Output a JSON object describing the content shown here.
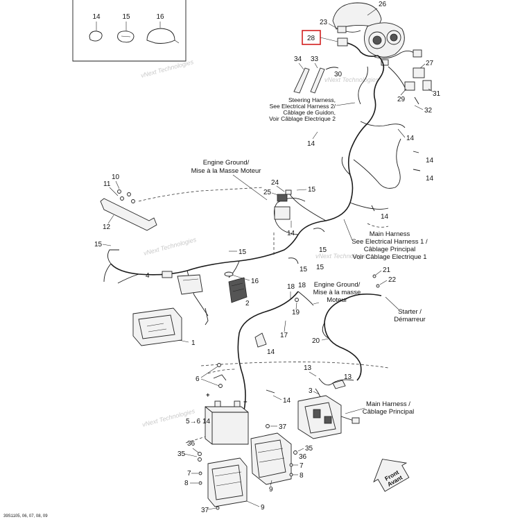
{
  "diagram": {
    "callouts": {
      "n1": "1",
      "n2": "2",
      "n3": "3",
      "n4": "4",
      "n5": "5",
      "n6": "6",
      "n6b": "6",
      "n7": "7",
      "n8": "8",
      "n8b": "8",
      "n9": "9",
      "n9b": "9",
      "n10": "10",
      "n11": "11",
      "n12": "12",
      "n13a": "13",
      "n13b": "13",
      "n14a": "14",
      "n14b": "14",
      "n14c": "14",
      "n14d": "14",
      "n14e": "14",
      "n14f": "14",
      "n14g": "14",
      "n14h": "14",
      "n14i": "14",
      "n14j": "14",
      "n15a": "15",
      "n15b": "15",
      "n15c": "15",
      "n15d": "15",
      "n15e": "15",
      "n15f": "15",
      "n15g": "15",
      "n16a": "16",
      "n16b": "16",
      "n17": "17",
      "n18": "18",
      "n19": "19",
      "n20": "20",
      "n21": "21",
      "n22": "22",
      "n23": "23",
      "n25": "25",
      "n26": "26",
      "n27": "27",
      "n28": "28",
      "n29": "29",
      "n30": "30",
      "n31": "31",
      "n32": "32",
      "n33": "33",
      "n34": "34",
      "n24": "24",
      "n35a": "35",
      "n35b": "35",
      "n36a": "36",
      "n36b": "36",
      "n37a": "37",
      "n37b": "37"
    },
    "labels": {
      "steering_1": "Steering Harness,",
      "steering_2": "See Electrical Harness 2/",
      "steering_3": "Câblage de Guidon,",
      "steering_4": "Voir Câblage Electrique 2",
      "eng_ground_top_1": "Engine Ground/",
      "eng_ground_top_2": "Mise à la Masse Moteur",
      "main_harness_1": "Main Harness",
      "main_harness_2": "See Electrical Harness 1 /",
      "main_harness_3": "Câblage Principal",
      "main_harness_4": "Voir Câblage Electrique 1",
      "eng_ground_mid_1": "Engine Ground/",
      "eng_ground_mid_2": "Mise à la masse",
      "eng_ground_mid_3": "Moteur",
      "starter_1": "Starter /",
      "starter_2": "Démarreur",
      "main_harness_b1": "Main Harness /",
      "main_harness_b2": "Câblage Principal",
      "plus": "+",
      "minus": "−",
      "front_1": "Front",
      "front_2": "Avant",
      "arrow_5_6": "5→6"
    },
    "watermark": "vNext Technologies",
    "footer_code": "39S1105, 06, 07, 08, 09",
    "highlight_color": "#d21f1f"
  }
}
